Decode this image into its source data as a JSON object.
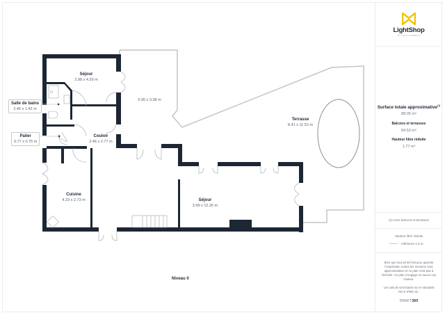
{
  "plan": {
    "level": "Niveau 0",
    "rooms": [
      {
        "id": "sejour-small",
        "name": "Séjour",
        "dims": "2.98 x 4.29 m"
      },
      {
        "id": "salle-de-bains",
        "name": "Salle de bains",
        "dims": "2.45 x 1.42 m"
      },
      {
        "id": "palier",
        "name": "Palier",
        "dims": "0.77 x 0.75 m"
      },
      {
        "id": "couloir",
        "name": "Couloir",
        "dims": "2.46 x 2.77 m"
      },
      {
        "id": "cuisine",
        "name": "Cuisine",
        "dims": "4.19 x 2.73 m"
      },
      {
        "id": "unnamed-terrace",
        "name": "",
        "dims": "5.95 x 3.38 m"
      },
      {
        "id": "terrasse",
        "name": "Terrasse",
        "dims": "8.41 x 11.52 m"
      },
      {
        "id": "sejour-large",
        "name": "Séjour",
        "dims": "3.99 x 12.26 m"
      }
    ]
  },
  "side_panel": {
    "brand": {
      "name": "LightShop",
      "tagline": "BY LIGHT & MOMENTS",
      "accent": "#f2c200"
    },
    "total_area": {
      "label": "Surface totale approximative",
      "footnote_mark": "(1)",
      "value": "88.05 m²"
    },
    "balconies": {
      "label": "Balcons et terrasses",
      "value": "84.53 m²"
    },
    "reduced_height": {
      "label": "Hauteur libre réduite",
      "value": "1.77 m²"
    },
    "footnote": "(1) Hors balcons et terrasses",
    "legend": {
      "title": "Hauteur libre réduite",
      "item": "Inférieure 1.5 m"
    },
    "disclaimer": "Bien que tout ait été fait pour garantir l'exactitude, toutes les mesures sont approximatives et ce plan n'est pas à l'échelle. Ce plan n'engage en aucun cas l'auteur.",
    "standard": "Les calculs sont basés sur le standard RICS IPMS 3C.",
    "credit_prefix": "DRAFT",
    "credit_suffix": "360"
  },
  "colors": {
    "wall": "#1d2633",
    "outline": "#c4c4c4",
    "text_muted": "#5a6270"
  }
}
